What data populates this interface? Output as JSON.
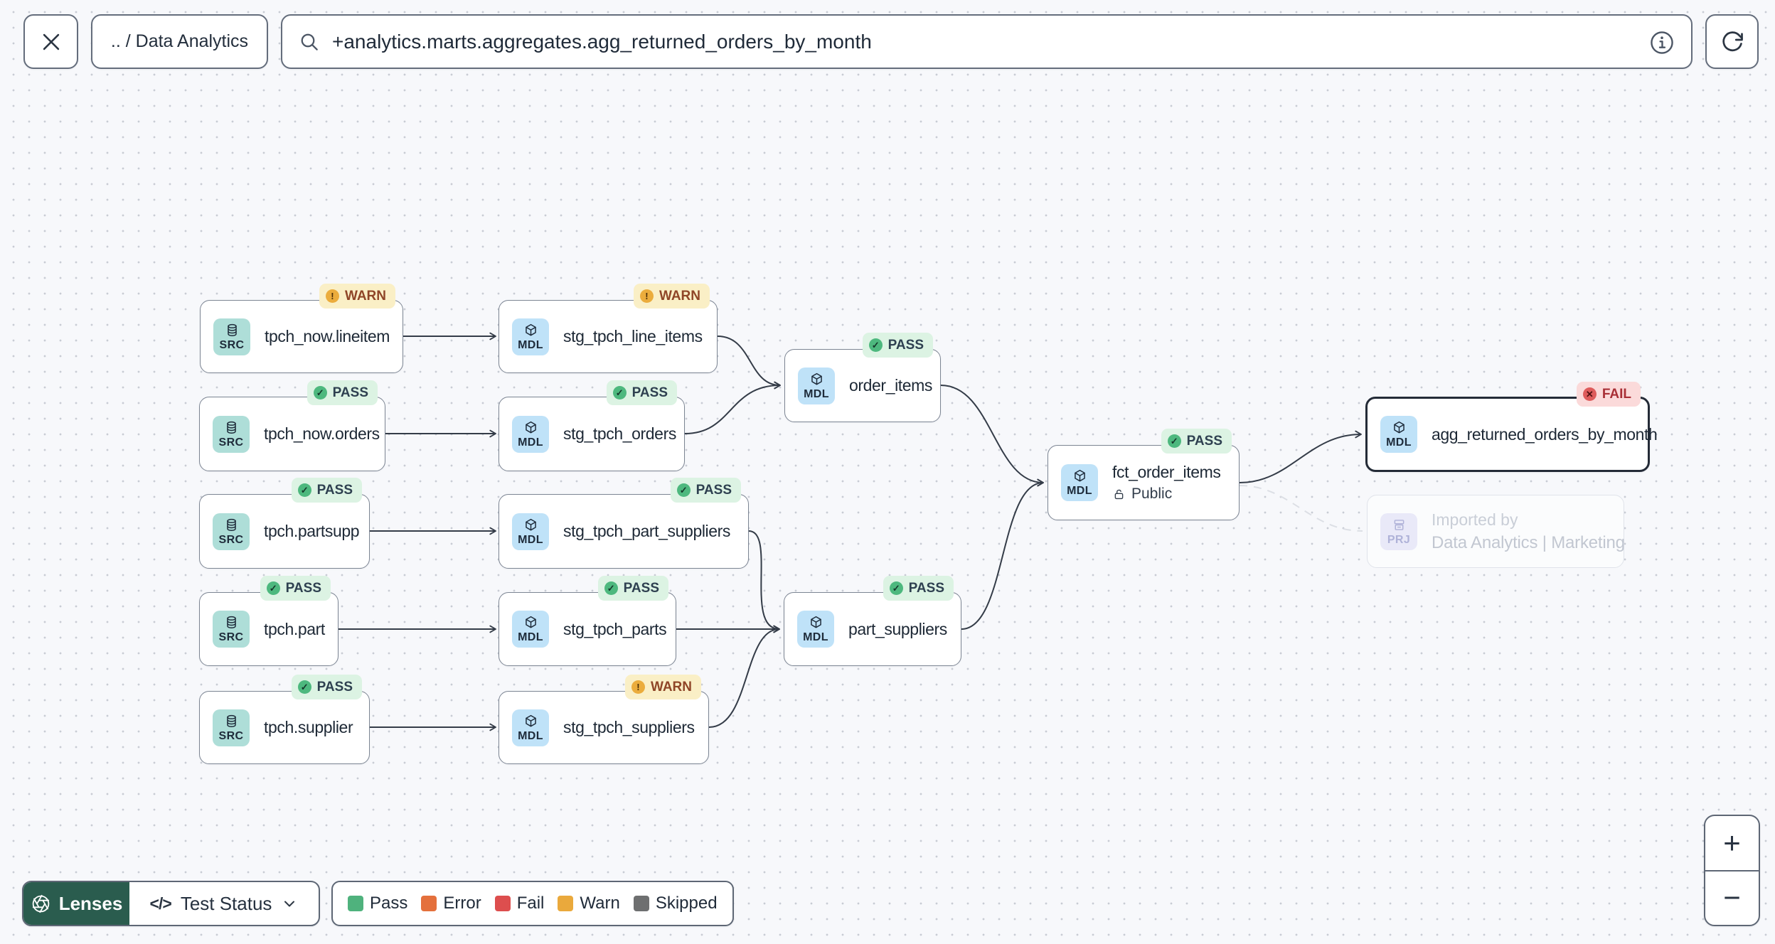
{
  "topbar": {
    "breadcrumb": ".. / Data Analytics",
    "search_query": "+analytics.marts.aggregates.agg_returned_orders_by_month"
  },
  "icons": {
    "pass": "✓",
    "warn": "!",
    "fail": "✕",
    "code": "</>"
  },
  "graph": {
    "nodes": [
      {
        "type": "SRC",
        "label": "tpch_now.lineitem",
        "status": "WARN"
      },
      {
        "type": "MDL",
        "label": "stg_tpch_line_items",
        "status": "WARN"
      },
      {
        "type": "SRC",
        "label": "tpch_now.orders",
        "status": "PASS"
      },
      {
        "type": "MDL",
        "label": "stg_tpch_orders",
        "status": "PASS"
      },
      {
        "type": "SRC",
        "label": "tpch.partsupp",
        "status": "PASS"
      },
      {
        "type": "MDL",
        "label": "stg_tpch_part_suppliers",
        "status": "PASS"
      },
      {
        "type": "SRC",
        "label": "tpch.part",
        "status": "PASS"
      },
      {
        "type": "MDL",
        "label": "stg_tpch_parts",
        "status": "PASS"
      },
      {
        "type": "SRC",
        "label": "tpch.supplier",
        "status": "PASS"
      },
      {
        "type": "MDL",
        "label": "stg_tpch_suppliers",
        "status": "WARN"
      },
      {
        "type": "MDL",
        "label": "order_items",
        "status": "PASS"
      },
      {
        "type": "MDL",
        "label": "part_suppliers",
        "status": "PASS"
      },
      {
        "type": "MDL",
        "label": "fct_order_items",
        "status": "PASS",
        "visibility": "Public"
      },
      {
        "type": "MDL",
        "label": "agg_returned_orders_by_month",
        "status": "FAIL",
        "selected": true
      },
      {
        "type": "PRJ",
        "title": "Imported by",
        "label": "Data Analytics | Marketing"
      }
    ]
  },
  "toolbar": {
    "lenses_label": "Lenses",
    "lens_selected": "Test Status"
  },
  "legend": {
    "items": [
      {
        "label": "Pass",
        "color": "#4FB27D"
      },
      {
        "label": "Error",
        "color": "#E4703C"
      },
      {
        "label": "Fail",
        "color": "#DD4E4E"
      },
      {
        "label": "Warn",
        "color": "#EAA93C"
      },
      {
        "label": "Skipped",
        "color": "#6E6F70"
      }
    ]
  },
  "status_colors": {
    "pass_bg": "#DCF3E3",
    "pass_dot": "#4DB87E",
    "warn_bg": "#FAEFC6",
    "warn_dot": "#EBAC3C",
    "fail_bg": "#FBDADA",
    "fail_dot": "#DE5B5B"
  },
  "zoom_controls": {
    "zoom_in": "+",
    "zoom_out": "−"
  }
}
